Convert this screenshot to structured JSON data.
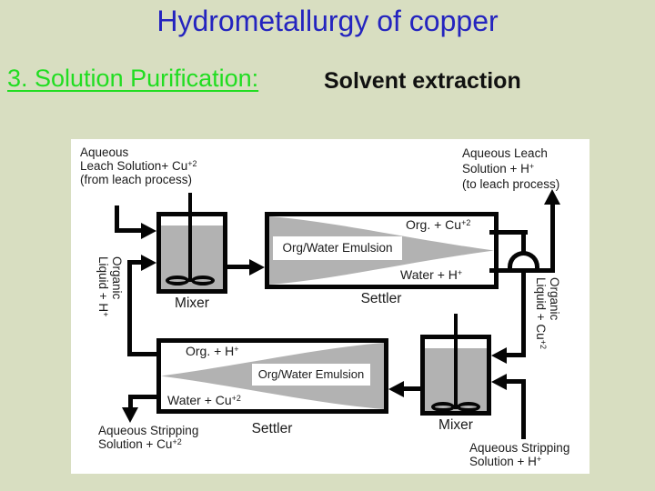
{
  "slide": {
    "title": "Hydrometallurgy of copper",
    "section_heading": "3. Solution Purification:",
    "subtitle": "Solvent extraction"
  },
  "colors": {
    "background": "#d8dec1",
    "title_blue": "#2424bf",
    "heading_green": "#21dd21",
    "diagram_gray": "#b2b2b2",
    "line_black": "#050505"
  },
  "diagram": {
    "top_left_feed": {
      "line1": "Aqueous",
      "line2_pre": "Leach Solution+ Cu",
      "line2_sup": "+2",
      "line3": "(from leach process)"
    },
    "top_right_out": {
      "line1": "Aqueous Leach",
      "line2_pre": "Solution + H",
      "line2_sup": "+",
      "line3": "(to leach process)"
    },
    "mixer_top_label": "Mixer",
    "settler_top_label": "Settler",
    "mixer_bottom_label": "Mixer",
    "settler_bottom_label": "Settler",
    "emulsion_top": "Org/Water Emulsion",
    "emulsion_bottom": "Org/Water Emulsion",
    "org_cu": {
      "pre": "Org. + Cu",
      "sup": "+2"
    },
    "water_h": {
      "pre": "Water + H",
      "sup": "+"
    },
    "org_h": {
      "pre": "Org. + H",
      "sup": "+"
    },
    "water_cu": {
      "pre": "Water + Cu",
      "sup": "+2"
    },
    "organic_left": {
      "line1": "Organic",
      "line2_pre": "Liquid + H",
      "line2_sup": "+"
    },
    "organic_right": {
      "line1": "Organic",
      "line2_pre": "Liquid + Cu",
      "line2_sup": "+2"
    },
    "strip_out": {
      "line1": "Aqueous Stripping",
      "line2_pre": "Solution + Cu",
      "line2_sup": "+2"
    },
    "strip_in": {
      "line1": "Aqueous Stripping",
      "line2_pre": "Solution + H",
      "line2_sup": "+"
    }
  }
}
